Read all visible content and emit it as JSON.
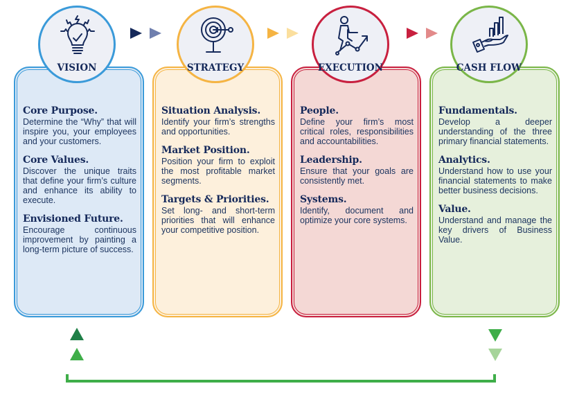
{
  "colors": {
    "vision": "#3a9ad9",
    "strategy": "#f5b443",
    "execution": "#c8203f",
    "cashflow": "#7ab648",
    "vision_bg": "#dde9f6",
    "strategy_bg": "#fdf0dc",
    "execution_bg": "#f4d8d5",
    "cashflow_bg": "#e6f0dc",
    "text_dark": "#15295a",
    "loop_green": "#3fae49"
  },
  "stages": [
    {
      "title": "VISION",
      "icon": "lightbulb-check-icon",
      "sections": [
        {
          "heading": "Core Purpose.",
          "text": "Determine the “Why” that will inspire you, your employees and your customers."
        },
        {
          "heading": "Core Values.",
          "text": "Discover the unique traits that define your firm’s culture and enhance its ability to execute."
        },
        {
          "heading": "Envisioned Future.",
          "text": "Encourage continuous improvement by painting a long-term picture of success."
        }
      ]
    },
    {
      "title": "STRATEGY",
      "icon": "target-icon",
      "sections": [
        {
          "heading": "Situation Analysis.",
          "text": "Identify your firm’s strengths and opportunities."
        },
        {
          "heading": "Market Position.",
          "text": "Position your firm to exploit the most profitable market segments."
        },
        {
          "heading": "Targets & Priorities.",
          "text": "Set long- and short-term priorities that will enhance your competitive position."
        }
      ]
    },
    {
      "title": "EXECUTION",
      "icon": "person-climbing-icon",
      "sections": [
        {
          "heading": "People.",
          "text": "Define your firm’s most critical roles, responsibilities and accountabilities."
        },
        {
          "heading": "Leadership.",
          "text": "Ensure that your goals are consistently met."
        },
        {
          "heading": "Systems.",
          "text": "Identify, document and optimize your core systems."
        }
      ]
    },
    {
      "title": "CASH FLOW",
      "icon": "hand-bar-chart-icon",
      "sections": [
        {
          "heading": "Fundamentals.",
          "text": "Develop a deeper understanding of the three primary financial statements."
        },
        {
          "heading": "Analytics.",
          "text": "Understand how to use your financial statements to make better business decisions."
        },
        {
          "heading": "Value.",
          "text": "Understand and manage the key drivers of Business Value."
        }
      ]
    }
  ]
}
